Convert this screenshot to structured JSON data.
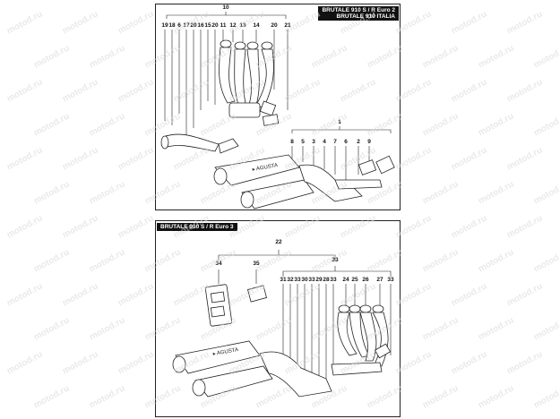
{
  "watermark": "motod.ru",
  "top_panel": {
    "title_line1": "BRUTALE 910 S / R  Euro 2",
    "title_line2": "BRUTALE 910 ITALIA",
    "labels": [
      "10",
      "19",
      "18",
      "6",
      "17",
      "20",
      "16",
      "15",
      "20",
      "11",
      "12",
      "13",
      "14",
      "20",
      "21",
      "1",
      "8",
      "5",
      "3",
      "4",
      "7",
      "6",
      "2",
      "9"
    ]
  },
  "bottom_panel": {
    "title": "BRUTALE 910 S / R  Euro 3",
    "labels": [
      "22",
      "34",
      "35",
      "23",
      "31",
      "32",
      "33",
      "30",
      "33",
      "29",
      "28",
      "33",
      "24",
      "25",
      "26",
      "27",
      "33"
    ]
  }
}
